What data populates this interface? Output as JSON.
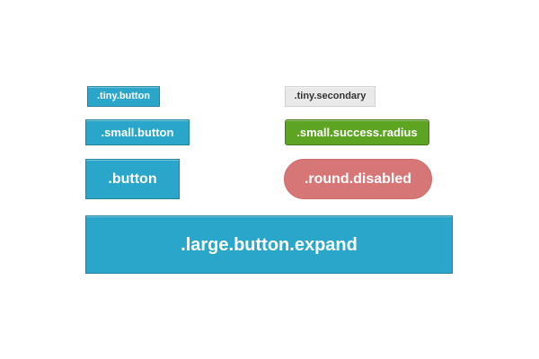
{
  "page": {
    "background_color": "#ffffff",
    "description": "Button styles showcase"
  },
  "colors": {
    "primary": "#2ba6cb",
    "primary_border": "#2284a1",
    "secondary": "#e9e9e9",
    "secondary_border": "#d0d0d0",
    "success": "#5da423",
    "success_border": "#457a1a",
    "disabled_alert": "#d77676",
    "text_on_color": "#ffffff",
    "text_on_secondary": "#333333"
  },
  "buttons": [
    {
      "label": ".tiny.button",
      "size": "tiny",
      "variant": "primary",
      "shape": "square",
      "state": "enabled",
      "background": "#2ba6cb",
      "text_color": "#ffffff"
    },
    {
      "label": ".tiny.secondary",
      "size": "tiny",
      "variant": "secondary",
      "shape": "square",
      "state": "enabled",
      "background": "#e9e9e9",
      "text_color": "#333333"
    },
    {
      "label": ".small.button",
      "size": "small",
      "variant": "primary",
      "shape": "square",
      "state": "enabled",
      "background": "#2ba6cb",
      "text_color": "#ffffff"
    },
    {
      "label": ".small.success.radius",
      "size": "small",
      "variant": "success",
      "shape": "radius",
      "state": "enabled",
      "background": "#5da423",
      "text_color": "#ffffff"
    },
    {
      "label": ".button",
      "size": "normal",
      "variant": "primary",
      "shape": "square",
      "state": "enabled",
      "background": "#2ba6cb",
      "text_color": "#ffffff"
    },
    {
      "label": ".round.disabled",
      "size": "normal",
      "variant": "alert",
      "shape": "round",
      "state": "disabled",
      "background": "#d77676",
      "text_color": "#ffffff"
    },
    {
      "label": ".large.button.expand",
      "size": "large",
      "variant": "primary",
      "shape": "square",
      "state": "enabled",
      "background": "#2ba6cb",
      "text_color": "#ffffff"
    }
  ]
}
